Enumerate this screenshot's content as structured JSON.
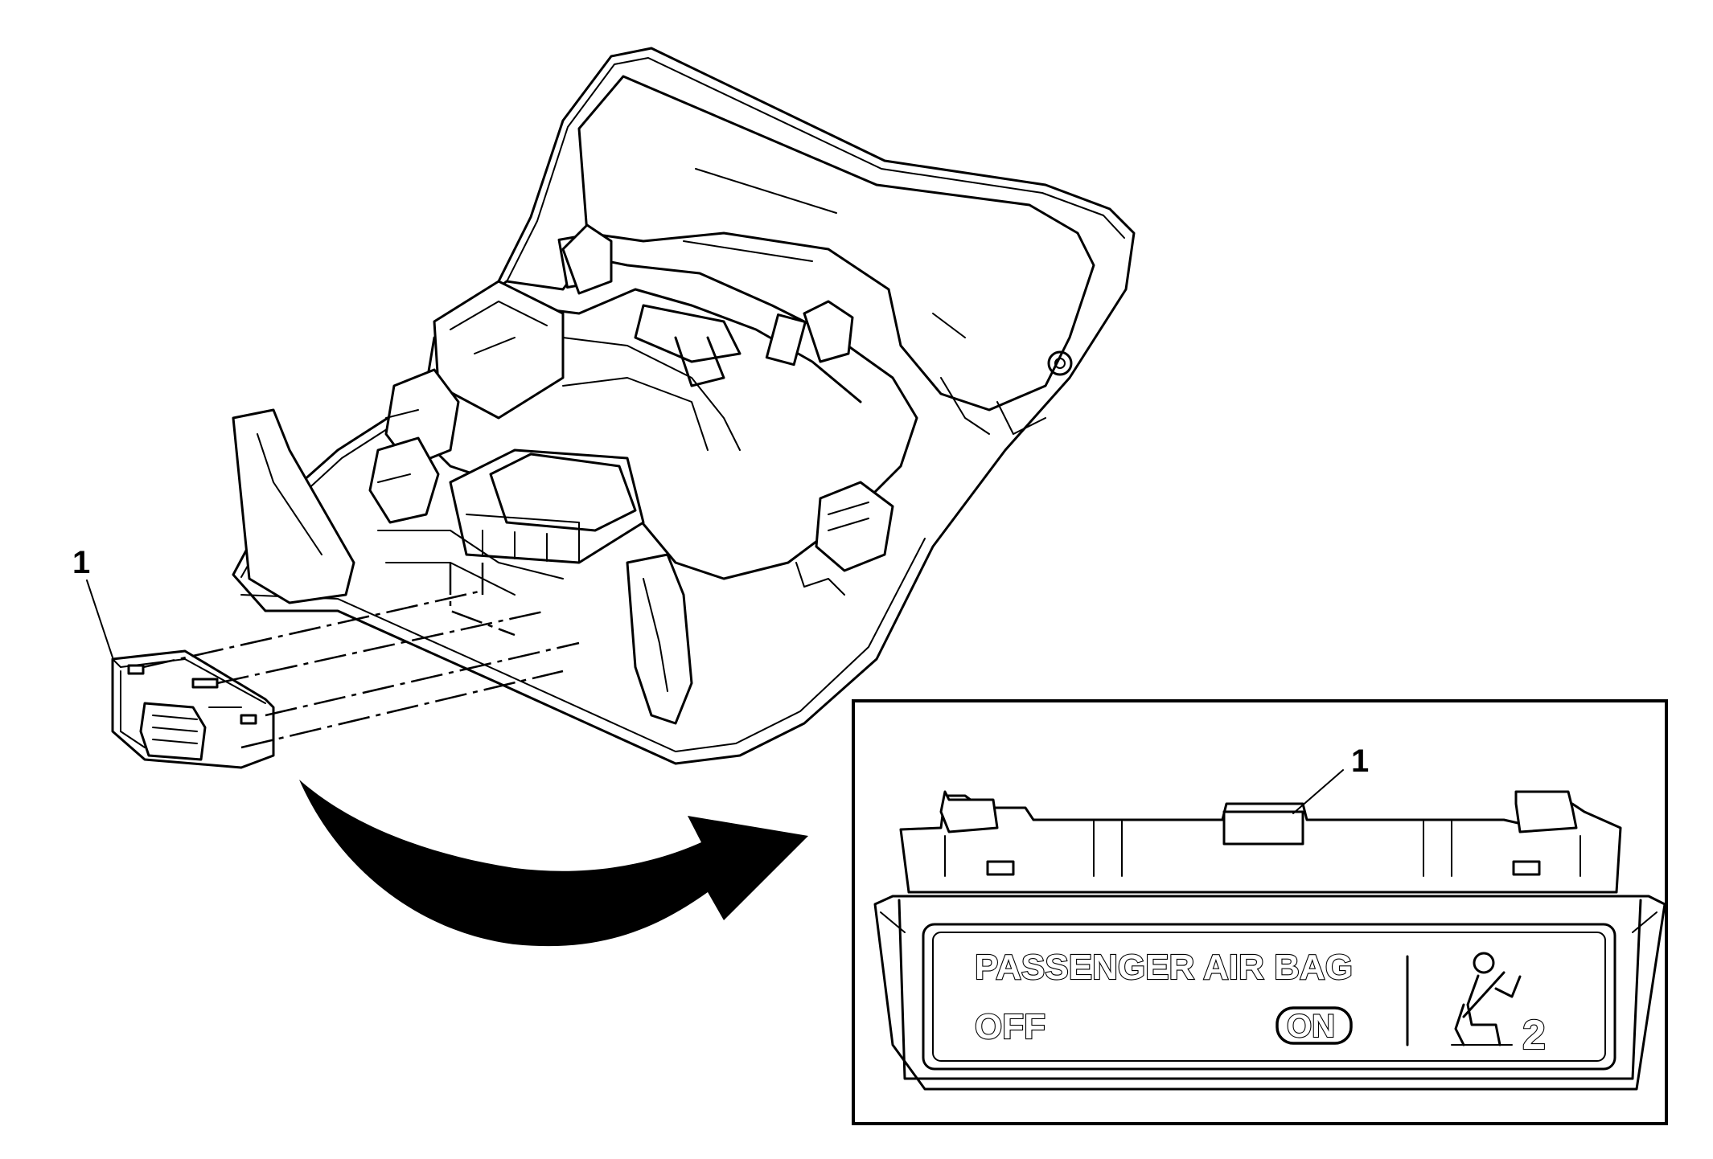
{
  "callouts": {
    "main": "1",
    "detail": "1"
  },
  "indicator": {
    "title": "PASSENGER AIR BAG",
    "off_label": "OFF",
    "on_label": "ON",
    "seat_number": "2"
  },
  "icons": {
    "arrow": "curved-arrow-icon",
    "occupant": "seatbelt-occupant-icon"
  }
}
